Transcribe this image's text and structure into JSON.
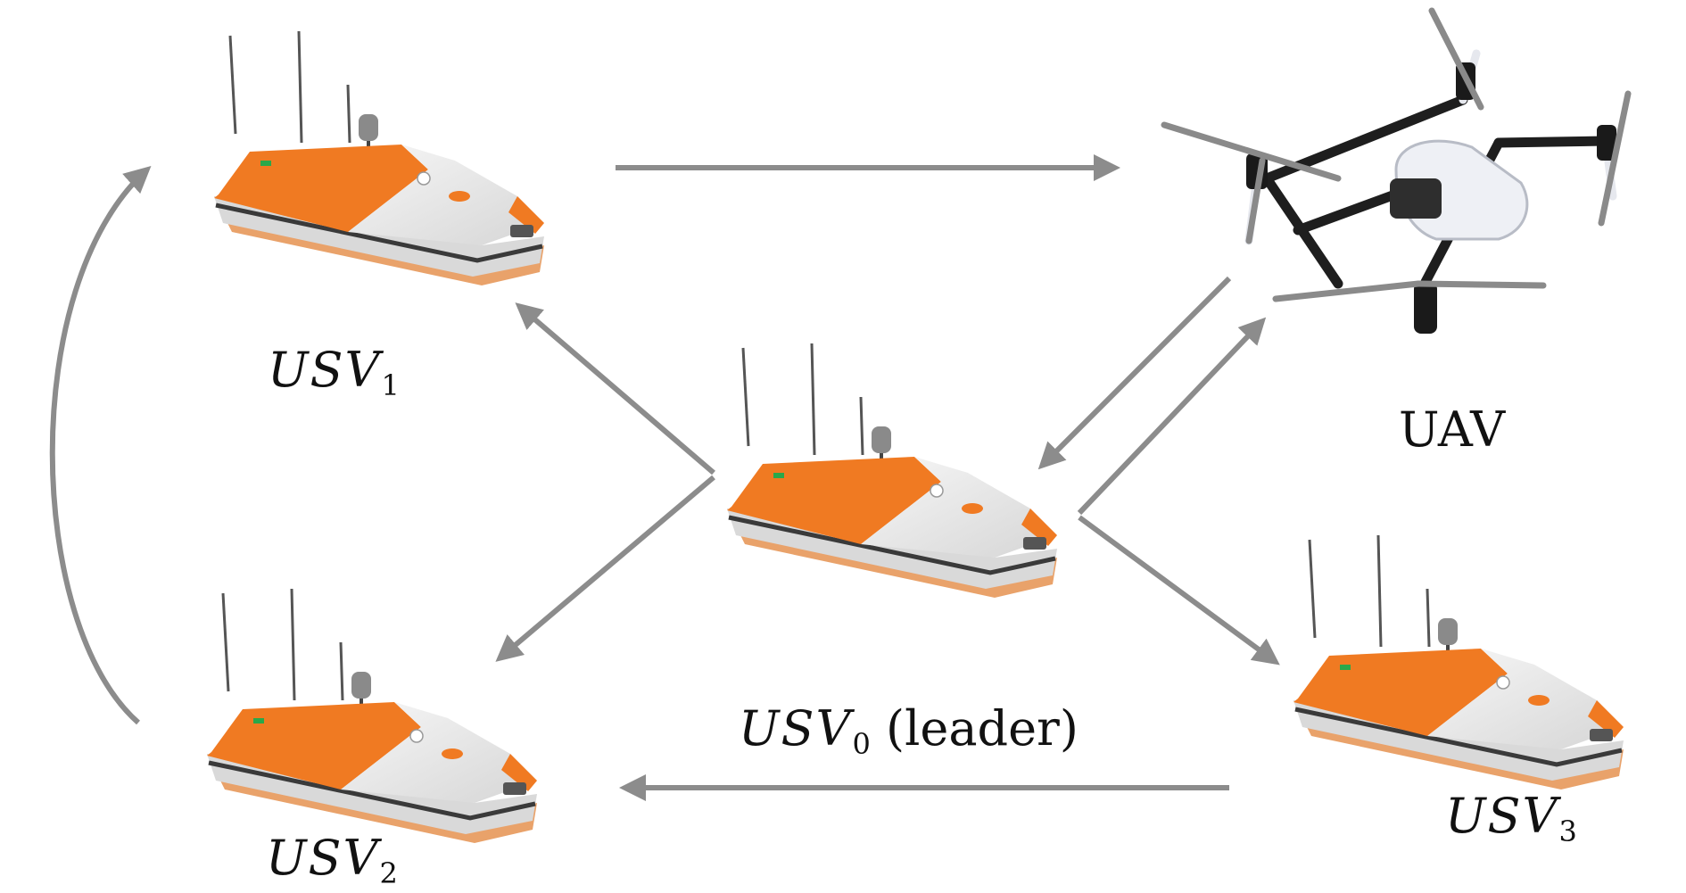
{
  "labels": {
    "usv1": {
      "base": "USV",
      "sub": "1"
    },
    "usv2": {
      "base": "USV",
      "sub": "2"
    },
    "usv3": {
      "base": "USV",
      "sub": "3"
    },
    "usv0": {
      "base": "USV",
      "sub": "0",
      "suffix": " (leader)"
    },
    "uav": "UAV"
  },
  "colors": {
    "arrow": "#8c8c8c",
    "hull_orange": "#f07a22",
    "hull_white": "#e8e8e8",
    "hull_dark": "#3a3a3a",
    "drone_body": "#eef0f5",
    "drone_arm": "#1e1e1e"
  }
}
